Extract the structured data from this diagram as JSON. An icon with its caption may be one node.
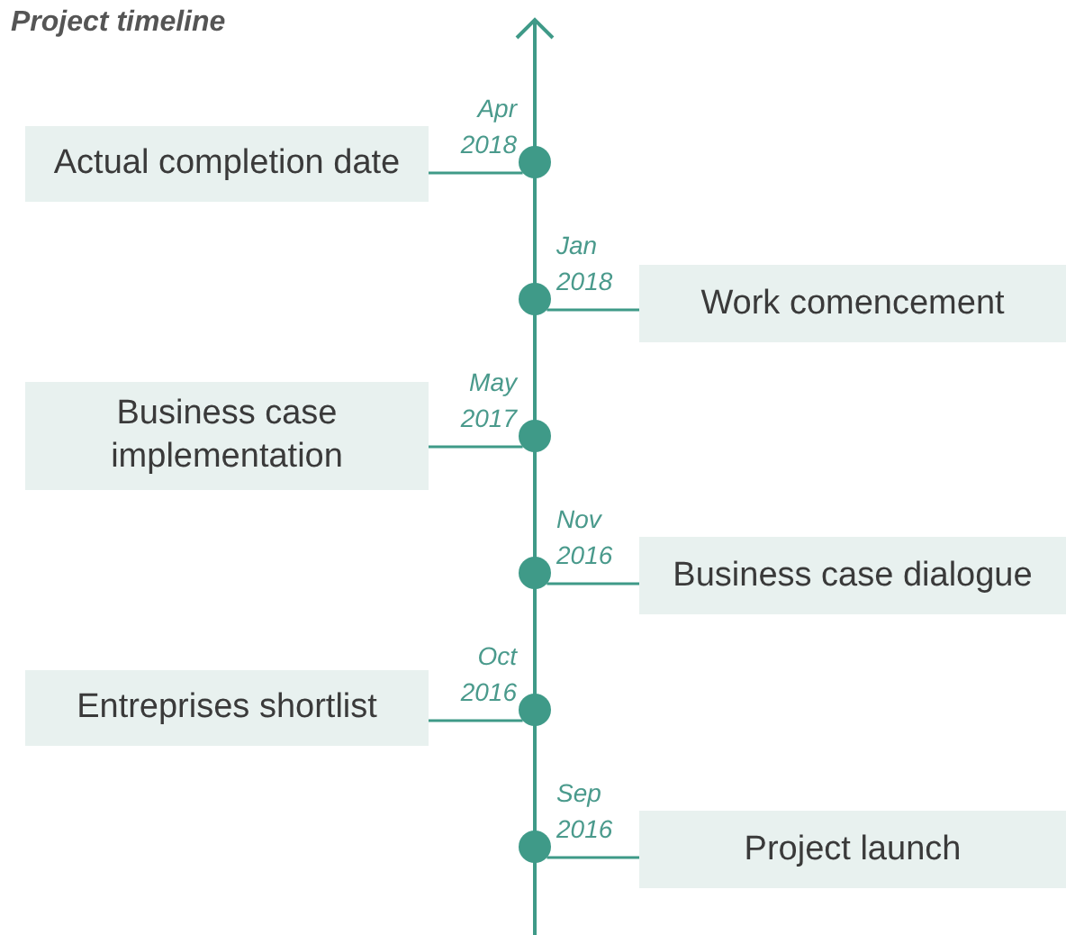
{
  "diagram": {
    "title": "Project timeline",
    "nodes": [
      {
        "text": [
          "Actual completion date"
        ]
      },
      {
        "text": [],
        "shape": "circle",
        "beside": [
          "Apr 2018"
        ]
      },
      {
        "text": [],
        "shape": "circle",
        "beside": [
          "Jan 2018"
        ]
      },
      {
        "text": [
          "Work comencement"
        ]
      },
      {
        "text": [
          "Business case implementation"
        ]
      },
      {
        "text": [],
        "shape": "circle",
        "beside": [
          "May 2017"
        ]
      },
      {
        "text": [],
        "shape": "circle",
        "beside": [
          "Nov 2016"
        ]
      },
      {
        "text": [
          "Business case dialogue"
        ]
      },
      {
        "text": [
          "Entreprises shortlist"
        ]
      },
      {
        "text": [],
        "shape": "circle",
        "beside": [
          "Oct 2016"
        ]
      },
      {
        "text": [],
        "shape": "circle",
        "beside": [
          "Sep 2016"
        ]
      },
      {
        "text": [
          "Project launch"
        ]
      }
    ],
    "edges": [
      {
        "from": 0,
        "to": 1,
        "arrow": "none"
      },
      {
        "from": 2,
        "to": 3,
        "arrow": "none"
      },
      {
        "from": 4,
        "to": 5,
        "arrow": "none"
      },
      {
        "from": 6,
        "to": 7,
        "arrow": "none"
      },
      {
        "from": 8,
        "to": 9,
        "arrow": "none"
      },
      {
        "from": 10,
        "to": 11,
        "arrow": "none"
      }
    ]
  }
}
